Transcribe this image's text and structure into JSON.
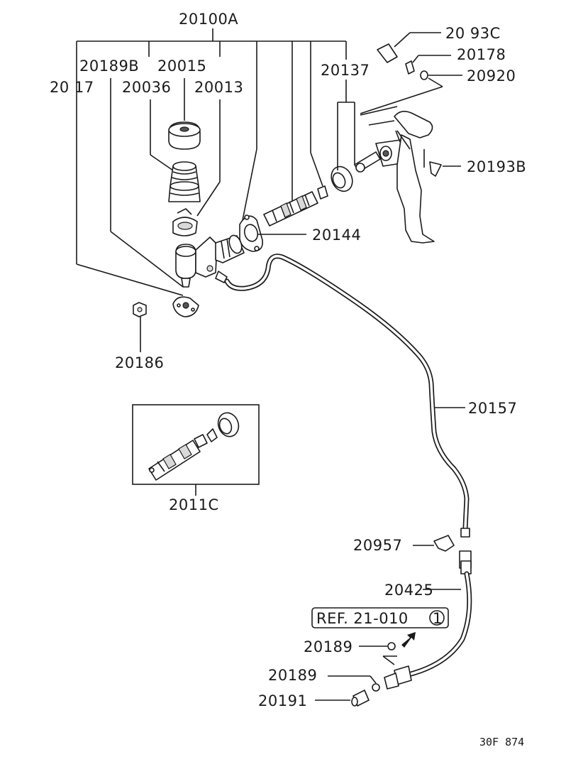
{
  "labels": {
    "master_cylinder_assy": "20100A",
    "part_20189b": "20189B",
    "part_20015": "20015",
    "part_20017": "20 17",
    "part_20036": "20036",
    "part_20013": "20013",
    "part_20193c": "20 93C",
    "part_20178": "20178",
    "part_20920": "20920",
    "part_20137": "20137",
    "part_20193b": "20193B",
    "part_20144": "20144",
    "part_20186": "20186",
    "part_20157": "20157",
    "repair_kit": "2011C",
    "part_20957": "20957",
    "part_20425": "20425",
    "reference": "REF. 21-010",
    "reference_circle": "1",
    "part_20189_a": "20189",
    "part_20189_b": "20189",
    "part_20191": "20191",
    "drawing_code": "30F 874"
  }
}
